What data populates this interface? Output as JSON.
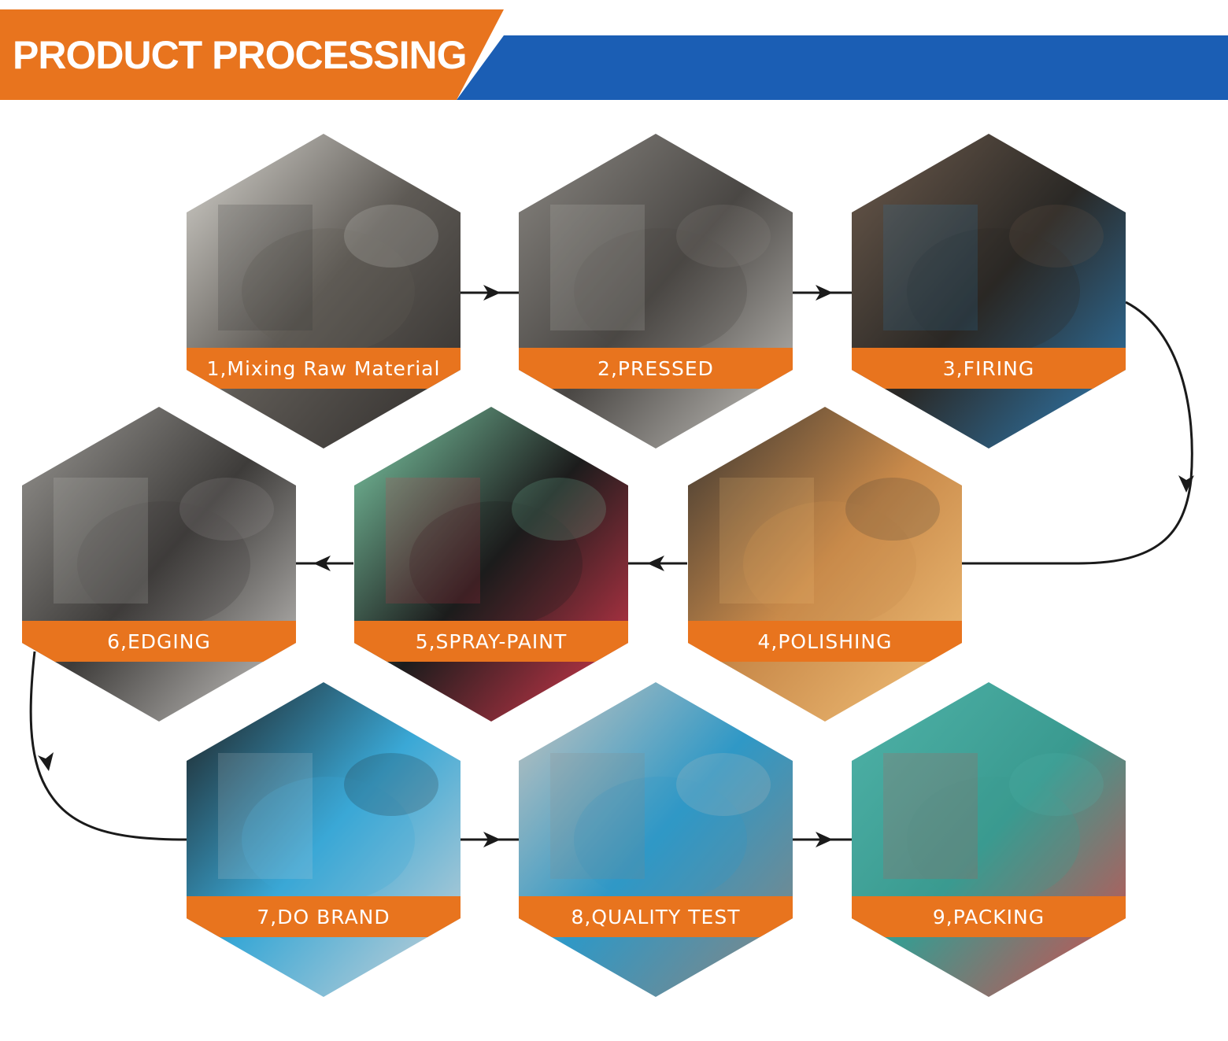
{
  "header": {
    "title": "PRODUCT PROCESSING",
    "colors": {
      "orange": "#e8741e",
      "blue": "#1b5eb4"
    }
  },
  "steps": [
    {
      "label": "1,Mixing Raw Material",
      "scene": "mixing-drum-photo",
      "palette": [
        "#d8d6d0",
        "#5e5a55",
        "#2f2c2a"
      ]
    },
    {
      "label": "2,PRESSED",
      "scene": "hydraulic-press-photo",
      "palette": [
        "#8a8782",
        "#4a4744",
        "#c9c7c2"
      ]
    },
    {
      "label": "3,FIRING",
      "scene": "sintering-furnace-photo",
      "palette": [
        "#6d5b4d",
        "#2a2825",
        "#2f7fb8"
      ]
    },
    {
      "label": "4,POLISHING",
      "scene": "grinding-sparks-photo",
      "palette": [
        "#3a3530",
        "#c98a4a",
        "#f3c27a"
      ]
    },
    {
      "label": "5,SPRAY-PAINT",
      "scene": "red-blades-conveyor-photo",
      "palette": [
        "#7fcfa9",
        "#1c1c1c",
        "#e0394f"
      ]
    },
    {
      "label": "6,EDGING",
      "scene": "edging-machine-photo",
      "palette": [
        "#9a9894",
        "#3e3c3a",
        "#cfcdca"
      ]
    },
    {
      "label": "7,DO BRAND",
      "scene": "branded-blue-blades-photo",
      "palette": [
        "#1c1c1c",
        "#3aa8d6",
        "#cfd3d6"
      ]
    },
    {
      "label": "8,QUALITY TEST",
      "scene": "test-cut-photo",
      "palette": [
        "#c9c5bf",
        "#2f98c6",
        "#8a857f"
      ]
    },
    {
      "label": "9,PACKING",
      "scene": "teal-boxes-photo",
      "palette": [
        "#4fb3a8",
        "#3a9a90",
        "#d94a4a"
      ]
    }
  ],
  "connector": {
    "color": "#1a1a1a"
  }
}
